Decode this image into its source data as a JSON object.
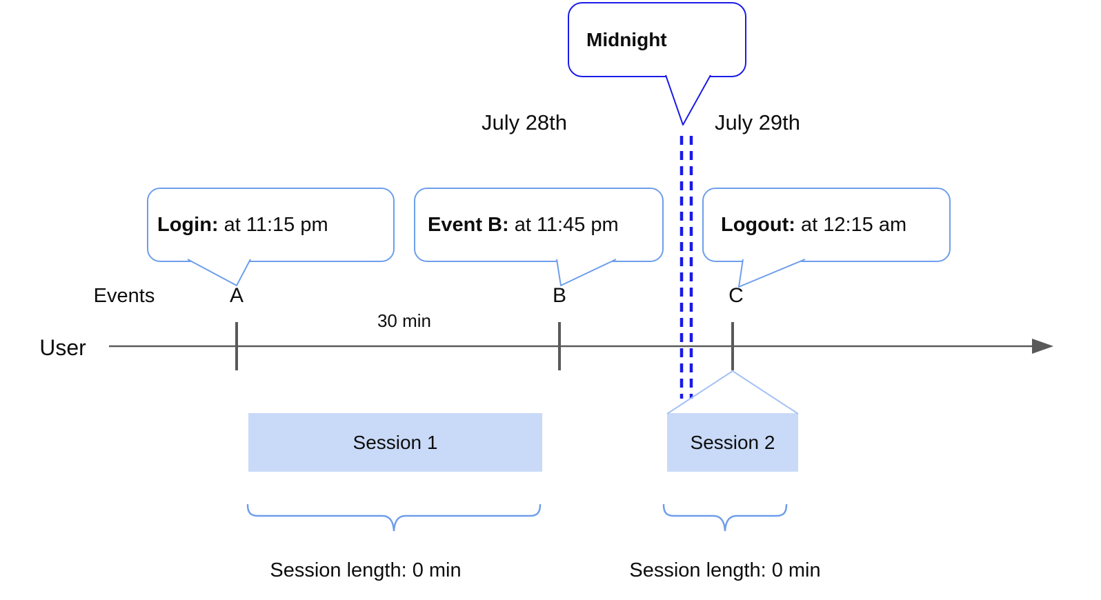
{
  "colors": {
    "accent_light": "#6d9eeb",
    "accent_dark": "#1a1ae8",
    "funnel_blue": "#a4c2f4",
    "session_fill": "#c9daf8",
    "axis_gray": "#595959",
    "text_black": "#0d0d0d"
  },
  "labels": {
    "events_row": "Events",
    "user_row": "User",
    "interval": "30 min",
    "date_left": "July 28th",
    "date_right": "July 29th"
  },
  "midnight": {
    "label": "Midnight"
  },
  "callouts": {
    "login": {
      "title": "Login:",
      "detail": " at 11:15 pm"
    },
    "event_b": {
      "title": "Event B:",
      "detail": " at 11:45 pm"
    },
    "logout": {
      "title": "Logout:",
      "detail": " at 12:15 am"
    }
  },
  "markers": {
    "a": "A",
    "b": "B",
    "c": "C"
  },
  "sessions": {
    "session1": {
      "label": "Session 1",
      "length": "Session length: 0 min"
    },
    "session2": {
      "label": "Session 2",
      "length": "Session length: 0 min"
    }
  }
}
